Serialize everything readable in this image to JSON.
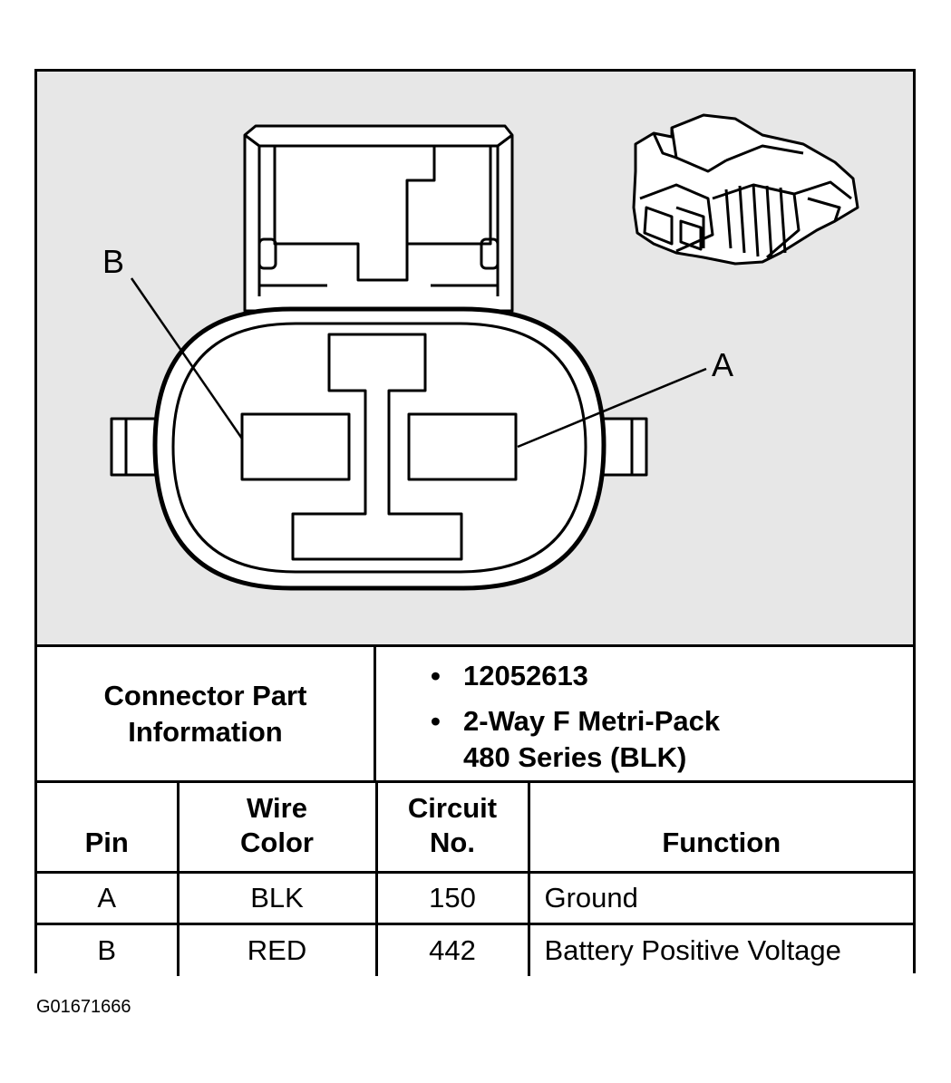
{
  "diagram": {
    "label_b": "B",
    "label_a": "A"
  },
  "connector_info": {
    "label_line1": "Connector Part",
    "label_line2": "Information",
    "bullet": "•",
    "part_number": "12052613",
    "description_line1": "2-Way F Metri-Pack",
    "description_line2": "480 Series (BLK)"
  },
  "pin_table": {
    "headers": {
      "pin": "Pin",
      "wire_color_line1": "Wire",
      "wire_color_line2": "Color",
      "circuit_line1": "Circuit",
      "circuit_line2": "No.",
      "function": "Function"
    },
    "rows": [
      {
        "pin": "A",
        "wire_color": "BLK",
        "circuit": "150",
        "function": "Ground"
      },
      {
        "pin": "B",
        "wire_color": "RED",
        "circuit": "442",
        "function": "Battery Positive Voltage"
      }
    ]
  },
  "figure_id": "G01671666"
}
